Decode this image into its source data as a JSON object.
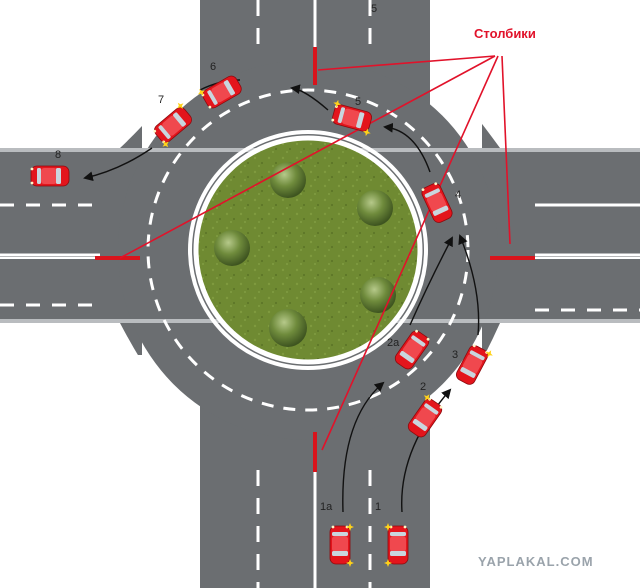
{
  "diagram": {
    "callout_title": "Столбики",
    "watermark": "YAPLAKAL.COM",
    "cars": [
      {
        "id": "c1",
        "label": "1"
      },
      {
        "id": "c1a",
        "label": "1a"
      },
      {
        "id": "c2",
        "label": "2"
      },
      {
        "id": "c2a",
        "label": "2a"
      },
      {
        "id": "c3",
        "label": "3"
      },
      {
        "id": "c4",
        "label": "4"
      },
      {
        "id": "c5",
        "label": "5"
      },
      {
        "id": "c6",
        "label": "6"
      },
      {
        "id": "c7",
        "label": "7"
      },
      {
        "id": "c8",
        "label": "8"
      }
    ],
    "road_label_top": "5",
    "colors": {
      "asphalt": "#6b6e71",
      "grass": "#6f8a32",
      "car": "#e3151c",
      "post": "#d8141c",
      "marking": "#ffffff",
      "callout": "#e1122a"
    }
  }
}
